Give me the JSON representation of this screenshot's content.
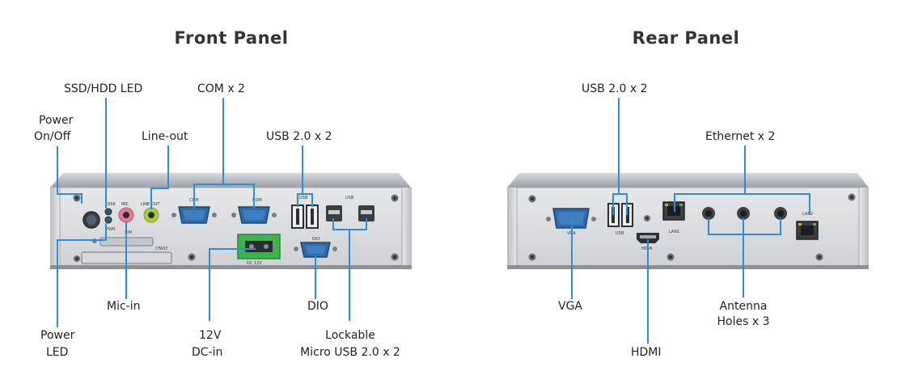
{
  "front_panel": {
    "title": "Front Panel",
    "callouts": {
      "ssd_hdd_led": "SSD/HDD LED",
      "com": "COM x 2",
      "power_on_off": [
        "Power",
        "On/Off"
      ],
      "line_out": "Line-out",
      "usb": "USB 2.0 x 2",
      "mic_in": "Mic-in",
      "dio": "DIO",
      "power_led": [
        "Power",
        "LED"
      ],
      "dc_in": [
        "12V",
        "DC-in"
      ],
      "micro_usb": [
        "Lockable",
        "Micro USB 2.0 x 2"
      ]
    },
    "silkscreen": {
      "disk": "DISK",
      "pwr": "PWR",
      "mic": "MIC",
      "line_out": "LINE OUT",
      "com1": "COM",
      "com2": "COM",
      "usb_a": "USB",
      "usb_micro": "USB",
      "cfast": "CFAST",
      "sim": "SIM",
      "dio": "DIO",
      "dc": "DC 12V"
    }
  },
  "rear_panel": {
    "title": "Rear Panel",
    "callouts": {
      "usb": "USB 2.0 x 2",
      "ethernet": "Ethernet x 2",
      "vga": "VGA",
      "antenna": [
        "Antenna",
        "Holes x 3"
      ],
      "hdmi": "HDMI"
    },
    "silkscreen": {
      "vga": "VGA",
      "usb": "USB",
      "hdmi": "HDMI",
      "lan1": "LAN1",
      "lan2": "LAN2"
    }
  },
  "colors": {
    "leader_line": "#2a8fd6",
    "chassis": "#a9adb3",
    "faceplate": "#dcdee1",
    "serial_port": "#2e6aa8",
    "terminal_block": "#3cb44b",
    "mic_jack": "#e07c9a",
    "line_out_jack": "#a4cc3c"
  }
}
